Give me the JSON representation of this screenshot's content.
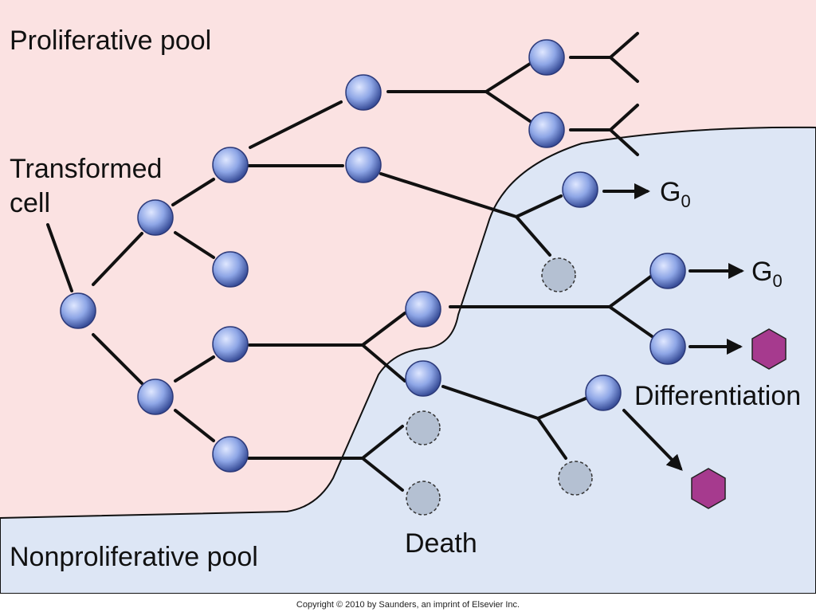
{
  "labels": {
    "proliferative_pool": "Proliferative pool",
    "transformed_cell_line1": "Transformed",
    "transformed_cell_line2": "cell",
    "g0_1_main": "G",
    "g0_1_sub": "0",
    "g0_2_main": "G",
    "g0_2_sub": "0",
    "differentiation": "Differentiation",
    "death": "Death",
    "nonproliferative_pool": "Nonproliferative pool",
    "copyright": "Copyright © 2010 by Saunders, an imprint of Elsevier Inc."
  },
  "colors": {
    "proliferative_bg": "#fbe2e2",
    "nonproliferative_bg": "#dde6f5",
    "cell_fill": "#8ea6e6",
    "dead_cell_fill": "#b4c0d2",
    "differentiated_fill": "#a63a8e",
    "line": "#111111"
  }
}
